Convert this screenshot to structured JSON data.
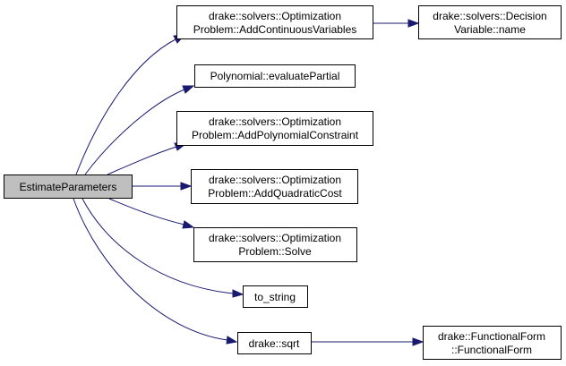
{
  "diagram": {
    "colors": {
      "edge": "#191970",
      "root_fill": "#bfbfbf",
      "node_fill": "#ffffff",
      "border": "#000000"
    },
    "root": {
      "label": "EstimateParameters"
    },
    "nodes": [
      {
        "id": "add-continuous-variables",
        "lines": [
          "drake::solvers::Optimization",
          "Problem::AddContinuousVariables"
        ]
      },
      {
        "id": "decision-variable-name",
        "lines": [
          "drake::solvers::Decision",
          "Variable::name"
        ]
      },
      {
        "id": "polynomial-evaluate-partial",
        "lines": [
          "Polynomial::evaluatePartial"
        ]
      },
      {
        "id": "add-polynomial-constraint",
        "lines": [
          "drake::solvers::Optimization",
          "Problem::AddPolynomialConstraint"
        ]
      },
      {
        "id": "add-quadratic-cost",
        "lines": [
          "drake::solvers::Optimization",
          "Problem::AddQuadraticCost"
        ]
      },
      {
        "id": "solve",
        "lines": [
          "drake::solvers::Optimization",
          "Problem::Solve"
        ]
      },
      {
        "id": "to-string",
        "lines": [
          "to_string"
        ]
      },
      {
        "id": "sqrt",
        "lines": [
          "drake::sqrt"
        ]
      },
      {
        "id": "functional-form",
        "lines": [
          "drake::FunctionalForm",
          "::FunctionalForm"
        ]
      }
    ]
  }
}
